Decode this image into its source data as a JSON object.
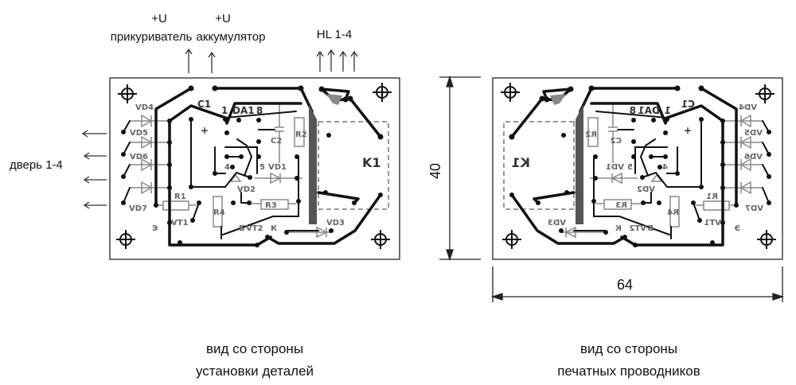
{
  "top_labels": {
    "u_lighter_plus": "+U",
    "u_lighter": "прикуриватель",
    "u_battery_plus": "+U",
    "u_battery": "аккумулятор",
    "hl": "HL 1-4",
    "door": "дверь 1-4"
  },
  "components": {
    "vd4": "VD4",
    "vd5": "VD5",
    "vd6": "VD6",
    "vd7": "VD7",
    "c1": "C1",
    "da1": "DA1",
    "pin8": "8",
    "pin1": "1",
    "pin4": "4",
    "pin5": "5",
    "c2": "C2",
    "r2": "R2",
    "r1": "R1",
    "r4": "R4",
    "r3": "R3",
    "vd1": "VD1",
    "vd2": "VD2",
    "vd3": "VD3",
    "vt1": "VT1",
    "vt2": "VT2",
    "k1": "K1",
    "plus": "+",
    "base": "Б",
    "collector": "К",
    "emitter": "Э"
  },
  "dimensions": {
    "height": "40",
    "width": "64"
  },
  "captions": {
    "left_line1": "вид со стороны",
    "left_line2": "установки деталей",
    "right_line1": "вид со стороны",
    "right_line2": "печатных проводников"
  }
}
